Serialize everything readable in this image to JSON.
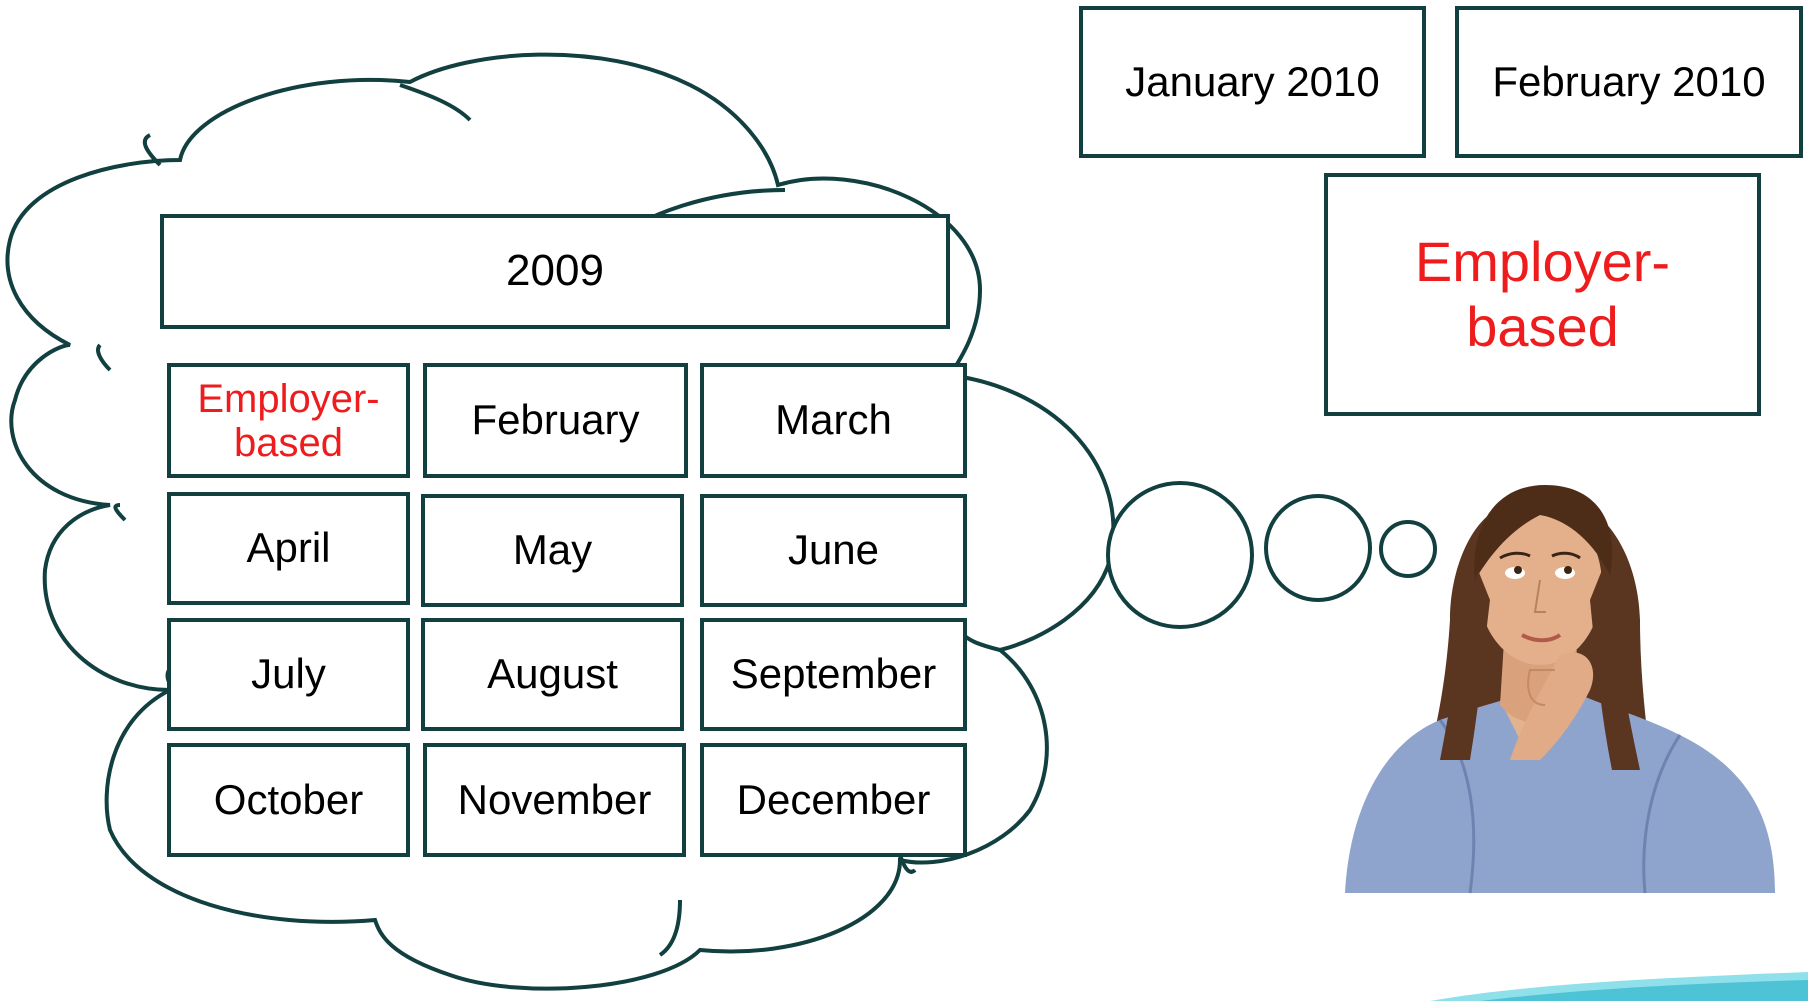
{
  "cloud": {
    "year_label": "2009",
    "months": [
      {
        "label": "Employer-\nbased",
        "highlight": true
      },
      {
        "label": "February",
        "highlight": false
      },
      {
        "label": "March",
        "highlight": false
      },
      {
        "label": "April",
        "highlight": false
      },
      {
        "label": "May",
        "highlight": false
      },
      {
        "label": "June",
        "highlight": false
      },
      {
        "label": "July",
        "highlight": false
      },
      {
        "label": "August",
        "highlight": false
      },
      {
        "label": "September",
        "highlight": false
      },
      {
        "label": "October",
        "highlight": false
      },
      {
        "label": "November",
        "highlight": false
      },
      {
        "label": "December",
        "highlight": false
      }
    ]
  },
  "timeline_2010": {
    "january_label": "January 2010",
    "february_label": "February 2010",
    "coverage_label": "Employer-\nbased"
  },
  "colors": {
    "border": "#123f3f",
    "highlight_text": "#ee1c1c",
    "normal_text": "#000000",
    "accent_wave": "#4fc3d6"
  },
  "icons": {
    "person": "thinking-woman-photo",
    "thought": "thought-cloud"
  }
}
